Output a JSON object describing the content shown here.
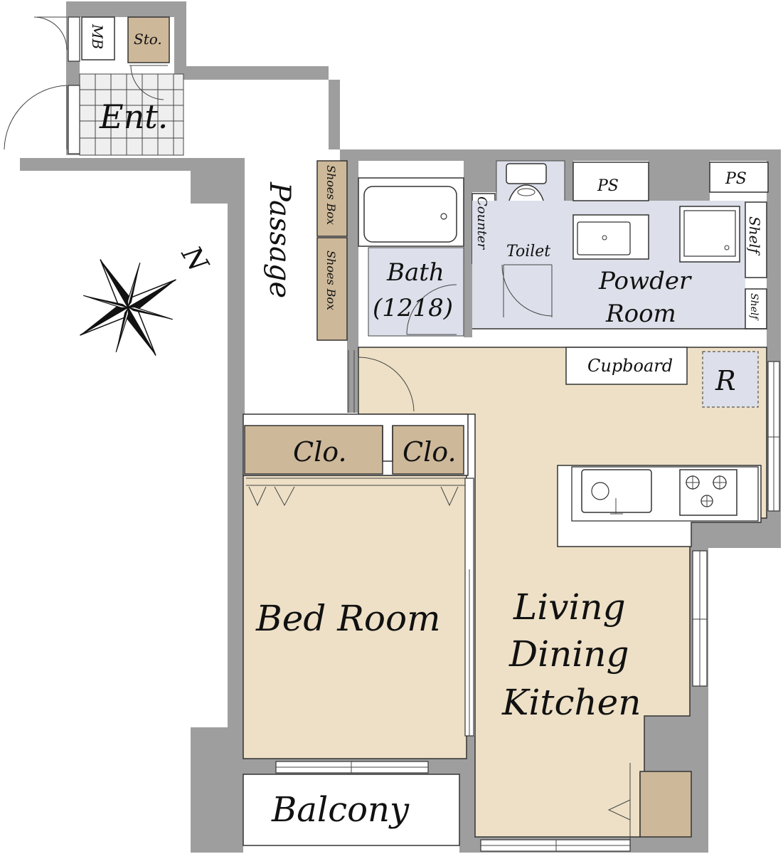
{
  "colors": {
    "wall": "#9e9e9e",
    "room_beige": "#ede0c6",
    "wet_area": "#dde0ea",
    "storage_tan": "#cdb899",
    "entrance_tile": "#efefef",
    "open_white": "#ffffff"
  },
  "labels": {
    "mb": "MB",
    "storage": "Sto.",
    "entrance": "Ent.",
    "passage": "Passage",
    "shoes_box_1": "Shoes Box",
    "shoes_box_2": "Shoes Box",
    "bath": "Bath",
    "bath_size": "(1218)",
    "counter": "Counter",
    "toilet": "Toilet",
    "ps_1": "PS",
    "ps_2": "PS",
    "shelf_1": "Shelf",
    "shelf_2": "Shelf",
    "powder_room_line1": "Powder",
    "powder_room_line2": "Room",
    "cupboard": "Cupboard",
    "refrigerator": "R",
    "closet_1": "Clo.",
    "closet_2": "Clo.",
    "bed_room": "Bed Room",
    "ldk_line1": "Living",
    "ldk_line2": "Dining",
    "ldk_line3": "Kitchen",
    "balcony": "Balcony",
    "north": "N"
  },
  "icons": {
    "compass": "compass-rose-icon",
    "bathtub": "bathtub-icon",
    "toilet": "toilet-icon",
    "washbasin": "washbasin-icon",
    "washing_machine": "washing-machine-pan-icon",
    "sink": "kitchen-sink-icon",
    "stove": "gas-stove-icon"
  }
}
